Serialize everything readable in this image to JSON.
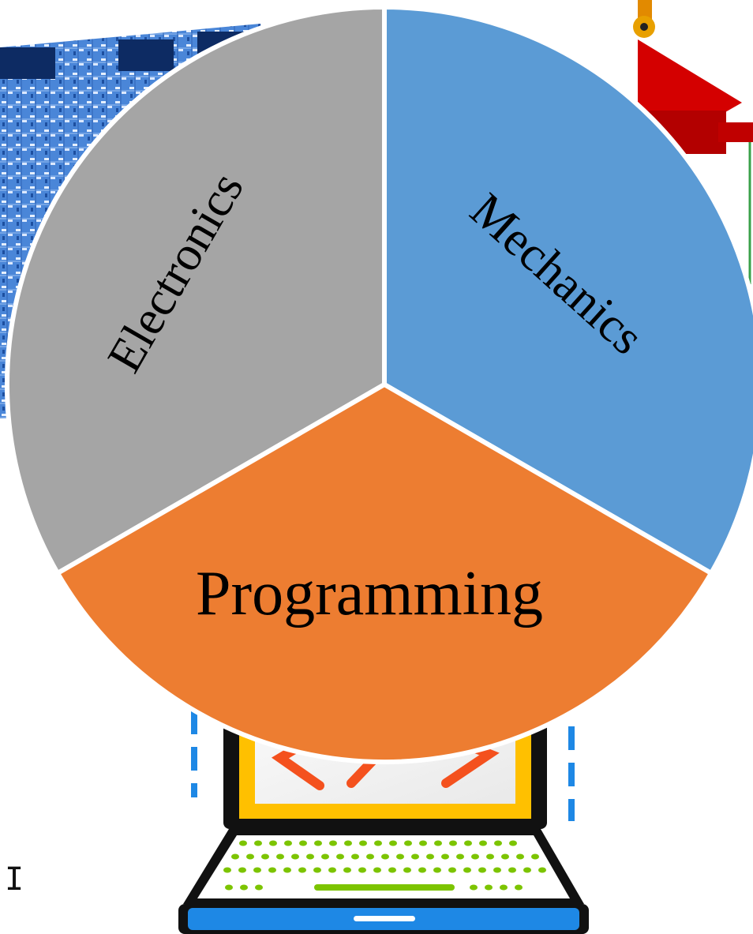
{
  "diagram": {
    "segments": [
      {
        "key": "electronics",
        "label": "Electronics",
        "color": "#a5a5a5"
      },
      {
        "key": "mechanics",
        "label": "Mechanics",
        "color": "#5b9bd5"
      },
      {
        "key": "programming",
        "label": "Programming",
        "color": "#ed7d31"
      }
    ],
    "separator_color": "#ffffff",
    "cursor_glyph": "I"
  },
  "illustrations": {
    "circuit_board": {
      "icon": "circuit-board-icon",
      "color": "#2f6fd0"
    },
    "robot_arm": {
      "icon": "robot-arm-icon",
      "color": "#d40000"
    },
    "laptop": {
      "icon": "laptop-icon",
      "frame_color": "#111111",
      "screen_color": "#ffc000",
      "key_color": "#7cc400",
      "base_color": "#1e88e5",
      "code_color": "#f4511e"
    }
  }
}
